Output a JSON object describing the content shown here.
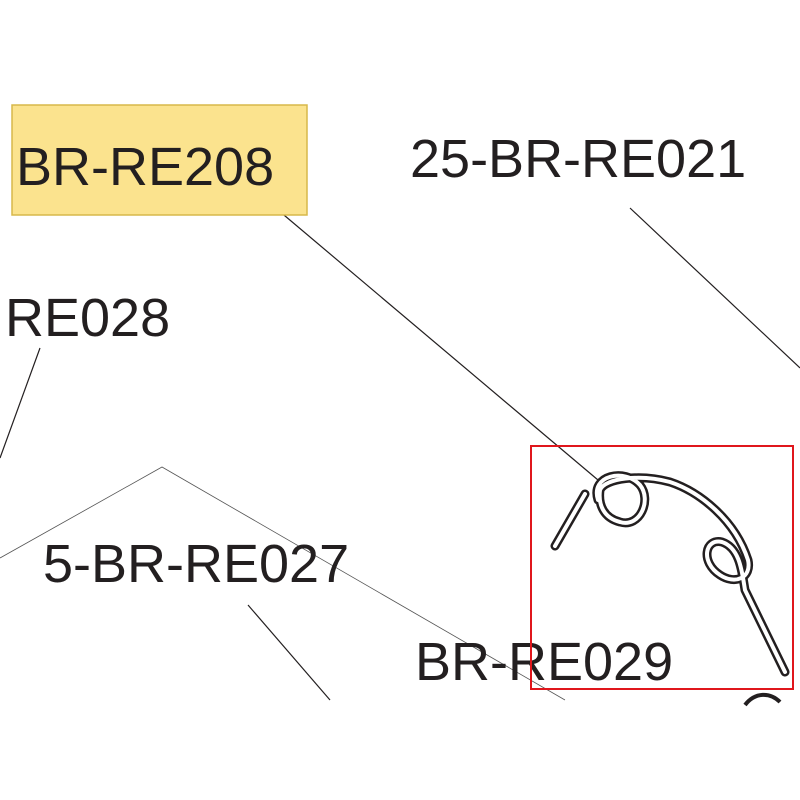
{
  "labels": {
    "highlighted": "BR-RE208",
    "top_right": "25-BR-RE021",
    "left": "RE028",
    "middle": "5-BR-RE027",
    "selected_part": "BR-RE029"
  },
  "colors": {
    "highlight_fill": "#fbe38e",
    "highlight_border": "#d7b84a",
    "selection_box": "#e0161c",
    "ink": "#231f20"
  }
}
